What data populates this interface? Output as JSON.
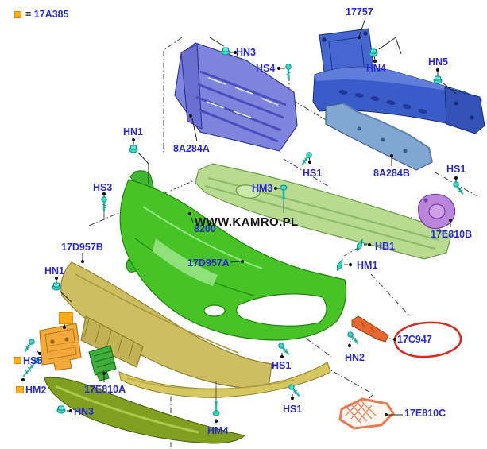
{
  "legend": {
    "equals": "=",
    "part": "17A385"
  },
  "watermark": "WWW.KAMRO.PL",
  "colors": {
    "label_text": "#2B2BCF",
    "marker_orange": "#FFAC1E",
    "fastener_teal": "#3ED8C6",
    "beam_blue": "#3A5CC8",
    "shutter_purple": "#7F85DC",
    "lower_beam_blue": "#82A6D2",
    "grille_light_green": "#B8DB90",
    "bumper_green": "#48C325",
    "lower_bumper_yellow": "#CDBE62",
    "bracket_orange": "#F4A93B",
    "vent_green": "#3FAE3C",
    "bezel_purple": "#BA85DC",
    "bezel_salmon": "#E87A50",
    "strip_orange": "#E8672E",
    "spoiler_olive": "#7FA01F",
    "highlight_red": "#DA2B1E"
  },
  "labels": {
    "l17757": "17757",
    "hn3_top": "HN3",
    "hs4": "HS4",
    "hn4": "HN4",
    "hn5": "HN5",
    "hn1_top": "HN1",
    "a8a284a": "8A284A",
    "hs1_a": "HS1",
    "a8a284b": "8A284B",
    "hs1_b": "HS1",
    "hs3": "HS3",
    "hm3": "HM3",
    "l8200": "8200",
    "l17e810b": "17E810B",
    "l17d957b": "17D957B",
    "l17d957a": "17D957A",
    "hb1": "HB1",
    "hm1": "HM1",
    "hn1_bottom": "HN1",
    "hs5": "HS5",
    "hm2": "HM2",
    "l17e810a": "17E810A",
    "hn3_bottom": "HN3",
    "hs1_c": "HS1",
    "hn2": "HN2",
    "l17c947": "17C947",
    "hm4": "HM4",
    "hs1_d": "HS1",
    "l17e810c": "17E810C"
  }
}
